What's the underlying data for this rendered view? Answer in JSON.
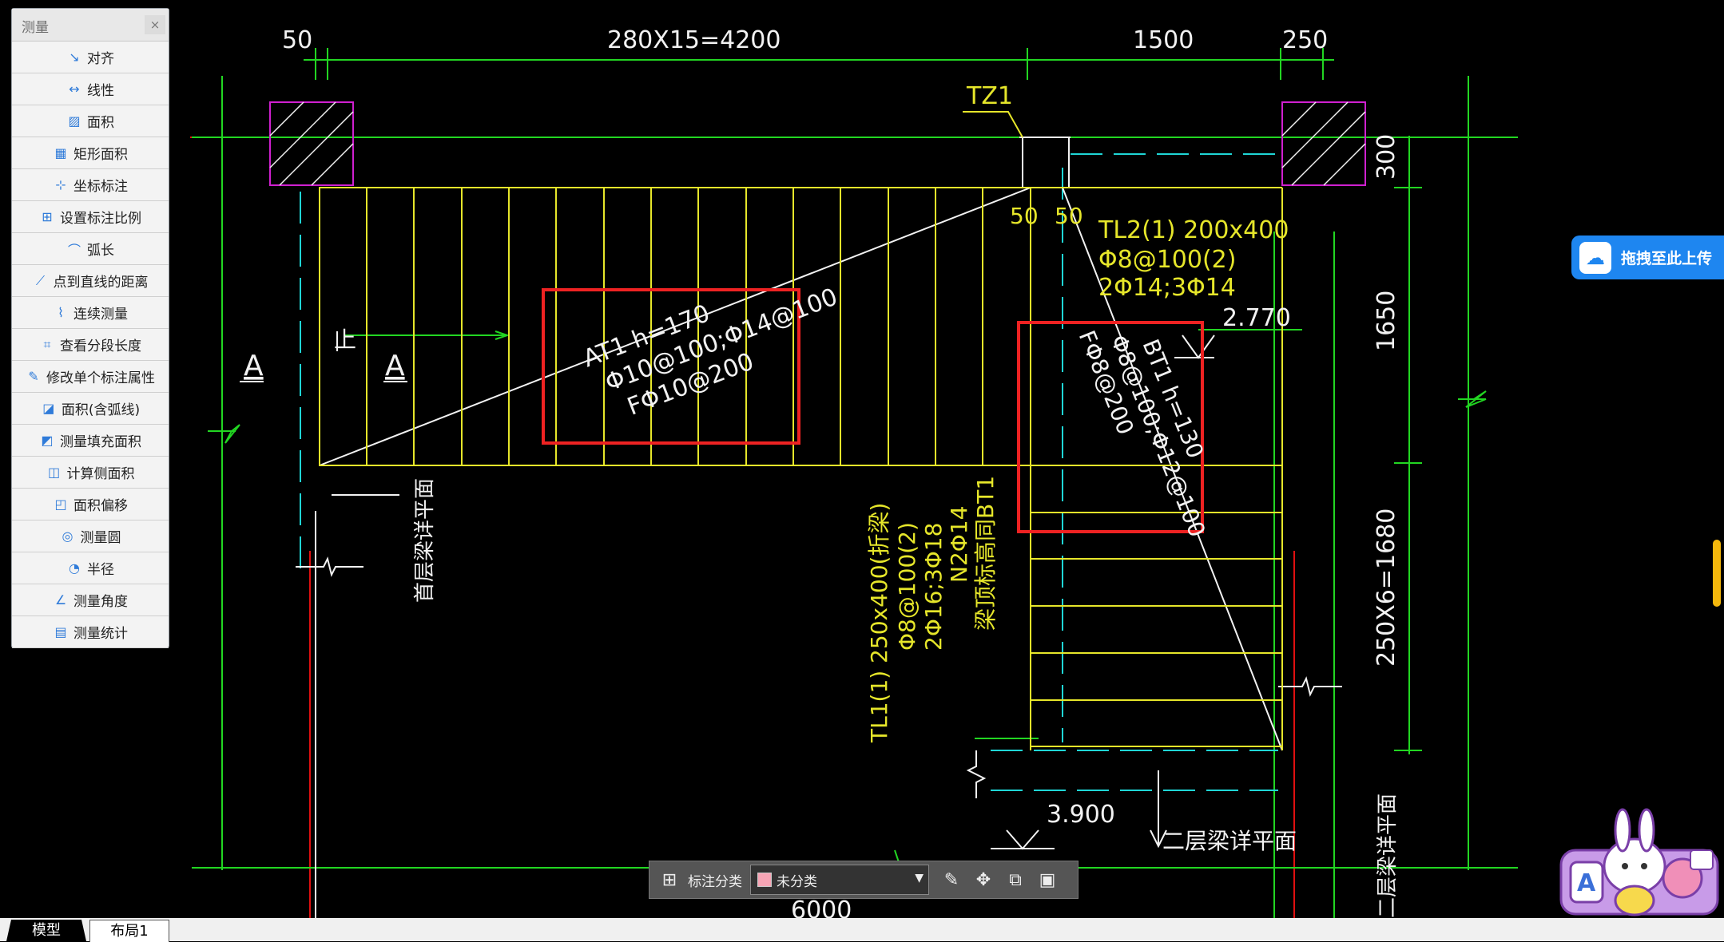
{
  "measure_panel": {
    "title": "测量",
    "close": "×",
    "items": [
      {
        "label": "对齐",
        "icon": "align-dimension-icon",
        "glyph": "↘"
      },
      {
        "label": "线性",
        "icon": "linear-dimension-icon",
        "glyph": "↔"
      },
      {
        "label": "面积",
        "icon": "area-icon",
        "glyph": "▨"
      },
      {
        "label": "矩形面积",
        "icon": "rect-area-icon",
        "glyph": "▦"
      },
      {
        "label": "坐标标注",
        "icon": "coordinate-icon",
        "glyph": "⊹"
      },
      {
        "label": "设置标注比例",
        "icon": "scale-icon",
        "glyph": "⊞"
      },
      {
        "label": "弧长",
        "icon": "arc-length-icon",
        "glyph": "⌒"
      },
      {
        "label": "点到直线的距离",
        "icon": "point-line-distance-icon",
        "glyph": "⟋"
      },
      {
        "label": "连续测量",
        "icon": "continuous-measure-icon",
        "glyph": "⌇"
      },
      {
        "label": "查看分段长度",
        "icon": "segment-length-icon",
        "glyph": "⌗"
      },
      {
        "label": "修改单个标注属性",
        "icon": "edit-dimension-icon",
        "glyph": "✎"
      },
      {
        "label": "面积(含弧线)",
        "icon": "arc-area-icon",
        "glyph": "◪"
      },
      {
        "label": "测量填充面积",
        "icon": "hatch-area-icon",
        "glyph": "◩"
      },
      {
        "label": "计算侧面积",
        "icon": "side-area-icon",
        "glyph": "◫"
      },
      {
        "label": "面积偏移",
        "icon": "area-offset-icon",
        "glyph": "◰"
      },
      {
        "label": "测量圆",
        "icon": "measure-circle-icon",
        "glyph": "◎"
      },
      {
        "label": "半径",
        "icon": "radius-icon",
        "glyph": "◔"
      },
      {
        "label": "测量角度",
        "icon": "angle-icon",
        "glyph": "∠"
      },
      {
        "label": "测量统计",
        "icon": "statistics-icon",
        "glyph": "▤"
      }
    ]
  },
  "upload_button": {
    "label": "拖拽至此上传",
    "icon": "cloud-upload-icon",
    "glyph": "☁"
  },
  "annotation_bar": {
    "category_label": "标注分类",
    "category_value": "未分类",
    "swatch_color": "#f6a5b5",
    "tools": [
      {
        "name": "edit-annotation-icon",
        "glyph": "✎"
      },
      {
        "name": "move-annotation-icon",
        "glyph": "✥"
      },
      {
        "name": "copy-annotation-icon",
        "glyph": "⧉"
      },
      {
        "name": "paste-annotation-icon",
        "glyph": "▣"
      }
    ]
  },
  "tabs": [
    {
      "label": "模型",
      "active": true
    },
    {
      "label": "布局1",
      "active": false
    }
  ],
  "drawing": {
    "dims_top": [
      "50",
      "280X15=4200",
      "1500",
      "250"
    ],
    "tz1": "TZ1",
    "small_dims": [
      "50",
      "50"
    ],
    "tl2": [
      "TL2(1) 200x400",
      "Φ8@100(2)",
      "2Φ14;3Φ14"
    ],
    "elev_top": "2.770",
    "elev_bottom": "3.900",
    "at1": [
      "AT1 h=170",
      "Φ10@100;Φ14@100",
      "FΦ10@200"
    ],
    "bt1": [
      "BT1 h=130",
      "Φ8@100;Φ12@100",
      "FΦ8@200"
    ],
    "section_a": "A",
    "up_label": "上",
    "right_dims": [
      "300",
      "1650",
      "250X6=1680"
    ],
    "tl1": [
      "TL1(1) 250x400(折梁)",
      "Φ8@100(2)",
      "2Φ16;3Φ18",
      "N2Φ14",
      "梁顶标高同BT1"
    ],
    "first_floor_label": "首层梁详平面",
    "second_floor_label": "二层梁详平面",
    "right_floor_label": "二层梁详平面",
    "bottom_dim": "6000",
    "colors": {
      "yellow": "#e6e62a",
      "green": "#22d622",
      "cyan": "#1fd6d6",
      "red": "#e01010",
      "magenta": "#d020d0",
      "white": "#f2f2f2"
    }
  }
}
